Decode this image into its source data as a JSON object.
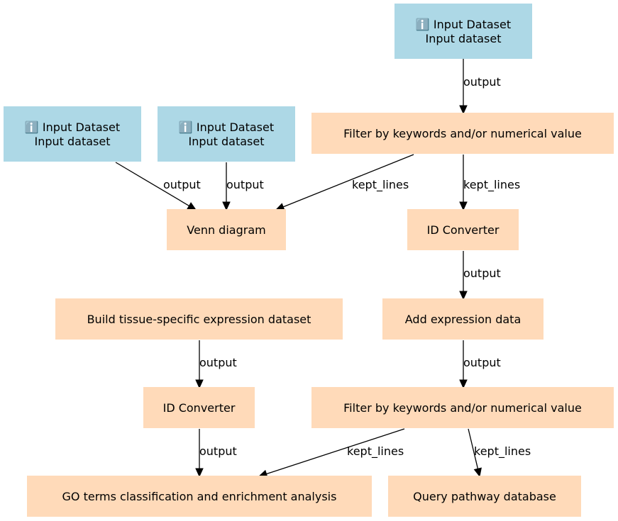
{
  "colors": {
    "input_fill": "#add8e6",
    "tool_fill": "#ffdab9",
    "edge": "#000000"
  },
  "nodes": [
    {
      "id": "input1",
      "kind": "input",
      "icon": "info-icon",
      "icon_glyph": "ℹ️",
      "lines": [
        "Input Dataset",
        "Input dataset"
      ]
    },
    {
      "id": "input2",
      "kind": "input",
      "icon": "info-icon",
      "icon_glyph": "ℹ️",
      "lines": [
        "Input Dataset",
        "Input dataset"
      ]
    },
    {
      "id": "input3",
      "kind": "input",
      "icon": "info-icon",
      "icon_glyph": "ℹ️",
      "lines": [
        "Input Dataset",
        "Input dataset"
      ]
    },
    {
      "id": "filter1",
      "kind": "tool",
      "lines": [
        "Filter by keywords and/or numerical value"
      ]
    },
    {
      "id": "venn",
      "kind": "tool",
      "lines": [
        "Venn diagram"
      ]
    },
    {
      "id": "idconv1",
      "kind": "tool",
      "lines": [
        "ID Converter"
      ]
    },
    {
      "id": "tissue",
      "kind": "tool",
      "lines": [
        "Build tissue-specific expression dataset"
      ]
    },
    {
      "id": "addexpr",
      "kind": "tool",
      "lines": [
        "Add expression data"
      ]
    },
    {
      "id": "idconv2",
      "kind": "tool",
      "lines": [
        "ID Converter"
      ]
    },
    {
      "id": "filter2",
      "kind": "tool",
      "lines": [
        "Filter by keywords and/or numerical value"
      ]
    },
    {
      "id": "goterms",
      "kind": "tool",
      "lines": [
        "GO terms classification and enrichment analysis"
      ]
    },
    {
      "id": "pathway",
      "kind": "tool",
      "lines": [
        "Query pathway database"
      ]
    }
  ],
  "edges": [
    {
      "id": "e1",
      "from": "input3",
      "to": "filter1",
      "label": "output"
    },
    {
      "id": "e2",
      "from": "input1",
      "to": "venn",
      "label": "output"
    },
    {
      "id": "e3",
      "from": "input2",
      "to": "venn",
      "label": "output"
    },
    {
      "id": "e4",
      "from": "filter1",
      "to": "venn",
      "label": "kept_lines"
    },
    {
      "id": "e5",
      "from": "filter1",
      "to": "idconv1",
      "label": "kept_lines"
    },
    {
      "id": "e6",
      "from": "idconv1",
      "to": "addexpr",
      "label": "output"
    },
    {
      "id": "e7",
      "from": "tissue",
      "to": "idconv2",
      "label": "output"
    },
    {
      "id": "e8",
      "from": "addexpr",
      "to": "filter2",
      "label": "output"
    },
    {
      "id": "e9",
      "from": "idconv2",
      "to": "goterms",
      "label": "output"
    },
    {
      "id": "e10",
      "from": "filter2",
      "to": "goterms",
      "label": "kept_lines"
    },
    {
      "id": "e11",
      "from": "filter2",
      "to": "pathway",
      "label": "kept_lines"
    }
  ]
}
